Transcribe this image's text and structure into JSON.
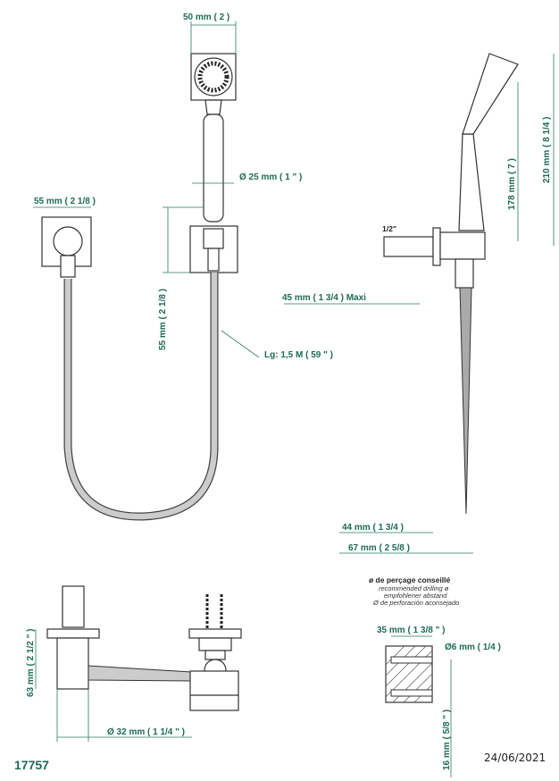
{
  "product_code": "17757",
  "date": "24/06/2021",
  "colors": {
    "dimension": "#1d6b57",
    "outline": "#333333"
  },
  "front_view": {
    "head_width": "50 mm ( 2 )",
    "handle_diameter": "Ø 25 mm ( 1 \" )",
    "wall_plate_width": "55 mm ( 2 1/8 )",
    "wall_plate_height": "55 mm ( 2 1/8 )",
    "hose_length": "Lg: 1,5 M ( 59 \" )"
  },
  "side_view": {
    "thread": "1/2\"",
    "projection": "45 mm ( 1 3/4 )  Maxi",
    "height_178": "178 mm ( 7 )",
    "height_210": "210 mm ( 8 1/4 )",
    "depth_44": "44 mm ( 1 3/4 )",
    "depth_67": "67 mm ( 2 5/8 )"
  },
  "drilling": {
    "title": "ø de perçage conseillé",
    "subtitle_en": "recommended drilling ø",
    "subtitle_de": "empfohlener abstand",
    "subtitle_es": "Ø de perforación aconsejado",
    "depth": "35 mm ( 1 3/8 \" )",
    "diameter": "Ø6 mm ( 1/4 )",
    "spacing": "16 mm ( 5/8 \" )"
  },
  "bottom_view": {
    "height": "63 mm ( 2 1/2 \" )",
    "diameter": "Ø 32 mm ( 1 1/4 \" )"
  }
}
